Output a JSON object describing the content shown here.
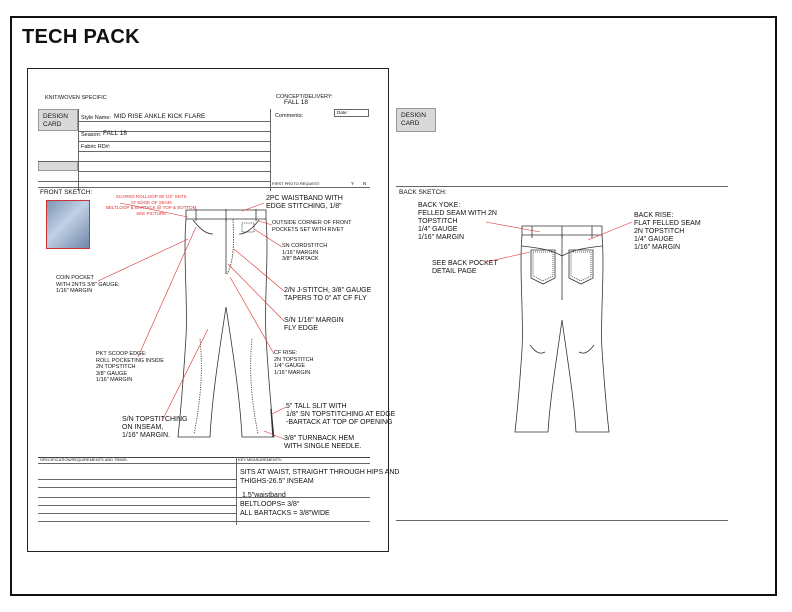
{
  "title": "TECH PACK",
  "front": {
    "knit_woven": "KNIT/WOVEN SPECIFIC",
    "concept_label": "CONCEPT/DELIVERY:",
    "concept_value": "FALL 18",
    "design_card": "DESIGN\nCARD",
    "style_label": "Style Name:",
    "style_value": "MID RISE ANKLE KICK FLARE",
    "season_label": "Season:",
    "season_value": "FALL 18",
    "fabric_label": "Fabric RD#:",
    "comments_label": "Comments:",
    "date_label": "Date:",
    "first_proto": "FIRST PROTO REQUEST:",
    "yes": "Y",
    "no": "N",
    "front_sketch": "FRONT SKETCH:",
    "red_note": "SCARED ROLLOOP W/ 1/4\" SNTS\nAT EDGE OF SEAM\nBELTLOOP & BARTACK @ TOP & BOTTOM\nSEE PICTURE",
    "callouts": {
      "waistband": "2PC WAISTBAND WITH\nEDGE STITCHING, 1/8\"",
      "outside_corner": "OUTSIDE CORNER OF FRONT\nPOCKETS SET WITH RIVET",
      "sn_cordstitch": "SN CORDSTITCH\n1/16\" MARGIN\n3/8\" BARTACK",
      "coin_pocket": "COIN POCKET\nWITH 2NTS 3/8\" GAUGE;\n1/16\" MARGIN",
      "jstitch": "2/N J-STITCH, 3/8\" GAUGE\nTAPERS TO 0\" AT CF FLY",
      "fly_edge": "S/N 1/16\" MARGIN\nFLY EDGE",
      "pkt_scoop": "PKT SCOOP EDGE:\nROLL POCKETING INSIDE\n2N TOPSTITCH\n3/8\" GAUGE\n1/16\" MARGIN",
      "cf_rise": "CF RISE:\n2N TOPSTITCH\n1/4\" GAUGE\n1/16\" MARGIN",
      "inseam": "S/N TOPSTITCHING\nON INSEAM,\n1/16\" MARGIN.",
      "slit": "5\" TALL SLIT WITH\n1/8\" SN TOPSTITCHING AT EDGE\n-BARTACK AT TOP OF OPENING",
      "turnback": "3/8\" TURNBACK HEM\nWITH SINGLE NEEDLE."
    },
    "spec_header": "SPECIFICATION/REQUIREMENTS AND TRIMS:",
    "meas_header": "KEY MEASUREMENTS:",
    "meas_lines": [
      "SITS AT WAIST, STRAIGHT THROUGH HIPS AND",
      "THIGHS-26.5\" INSEAM",
      "1.5\"waistband",
      "BELTLOOPS= 3/8\"",
      "ALL BARTACKS = 3/8\"WIDE"
    ]
  },
  "back": {
    "design_card": "DESIGN\nCARD",
    "back_sketch": "BACK SKETCH:",
    "callouts": {
      "yoke": "BACK YOKE:\nFELLED SEAM WITH 2N\nTOPSTITCH\n1/4\" GAUGE\n1/16\" MARGIN",
      "rise": "BACK RISE:\nFLAT FELLED SEAM\n2N TOPSTITCH\n1/4\" GAUGE\n1/16\" MARGIN",
      "pocket": "SEE BACK POCKET\nDETAIL PAGE"
    }
  }
}
